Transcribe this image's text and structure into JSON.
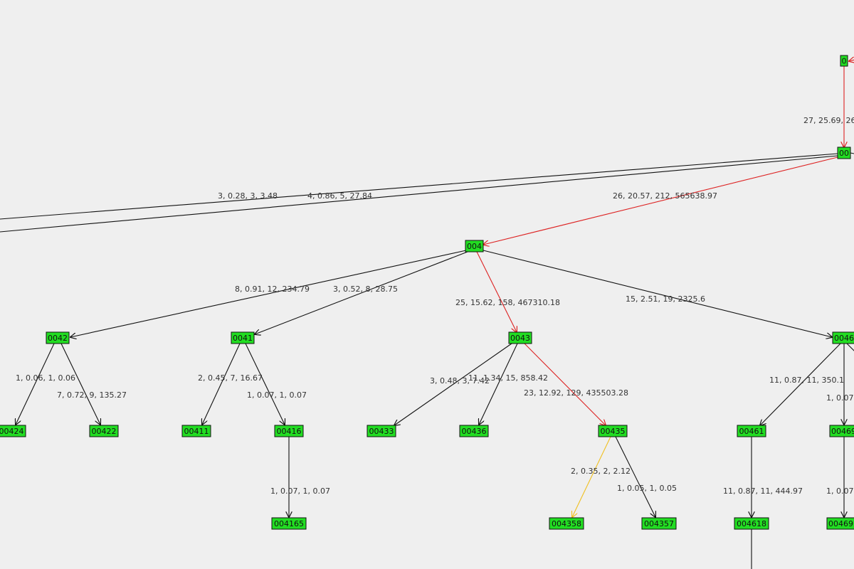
{
  "colors": {
    "background": "#efefef",
    "node_fill": "#22dd22",
    "edge_black": "#111111",
    "edge_red": "#dd2222",
    "edge_yellow": "#f0c020"
  },
  "nodes": [
    {
      "id": "n0",
      "label": "0"
    },
    {
      "id": "n00",
      "label": "00"
    },
    {
      "id": "n004",
      "label": "004"
    },
    {
      "id": "n0042",
      "label": "0042"
    },
    {
      "id": "n0041",
      "label": "0041"
    },
    {
      "id": "n0043",
      "label": "0043"
    },
    {
      "id": "n0046",
      "label": "0046"
    },
    {
      "id": "n00424",
      "label": "00424"
    },
    {
      "id": "n00422",
      "label": "00422"
    },
    {
      "id": "n00411",
      "label": "00411"
    },
    {
      "id": "n00416",
      "label": "00416"
    },
    {
      "id": "n00433",
      "label": "00433"
    },
    {
      "id": "n00436",
      "label": "00436"
    },
    {
      "id": "n00435",
      "label": "00435"
    },
    {
      "id": "n00461",
      "label": "00461"
    },
    {
      "id": "n00469",
      "label": "00469"
    },
    {
      "id": "n004165",
      "label": "004165"
    },
    {
      "id": "n004358",
      "label": "004358"
    },
    {
      "id": "n004357",
      "label": "004357"
    },
    {
      "id": "n004618",
      "label": "004618"
    },
    {
      "id": "n00469x",
      "label": "00469"
    }
  ],
  "edges": [
    {
      "id": "e1",
      "label": "27, 25.69, 26",
      "color": "red"
    },
    {
      "id": "e2",
      "label": "3, 0.28, 3, 3.48",
      "color": "black"
    },
    {
      "id": "e3",
      "label": "4, 0.86, 5, 27.84",
      "color": "black"
    },
    {
      "id": "e4",
      "label": "26, 20.57, 212, 565638.97",
      "color": "red"
    },
    {
      "id": "e5",
      "label": "8, 0.91, 12, 234.79",
      "color": "black"
    },
    {
      "id": "e6",
      "label": "3, 0.52, 8, 28.75",
      "color": "black"
    },
    {
      "id": "e7",
      "label": "25, 15.62, 158, 467310.18",
      "color": "red"
    },
    {
      "id": "e8",
      "label": "15, 2.51, 19, 2325.6",
      "color": "black"
    },
    {
      "id": "e9",
      "label": "1, 0.06, 1, 0.06",
      "color": "black"
    },
    {
      "id": "e10",
      "label": "7, 0.72, 9, 135.27",
      "color": "black"
    },
    {
      "id": "e11",
      "label": "2, 0.45, 7, 16.67",
      "color": "black"
    },
    {
      "id": "e12",
      "label": "1, 0.07, 1, 0.07",
      "color": "black"
    },
    {
      "id": "e13",
      "label": "3, 0.48, 3, 7.42",
      "color": "black"
    },
    {
      "id": "e14",
      "label": "11, 1.34, 15, 858.42",
      "color": "black"
    },
    {
      "id": "e15",
      "label": "23, 12.92, 129, 435503.28",
      "color": "red"
    },
    {
      "id": "e16",
      "label": "11, 0.87, 11, 350.1",
      "color": "black"
    },
    {
      "id": "e17",
      "label": "1, 0.07,",
      "color": "black"
    },
    {
      "id": "e18",
      "label": "1, 0.07, 1, 0.07",
      "color": "black"
    },
    {
      "id": "e19",
      "label": "2, 0.35, 2, 2.12",
      "color": "yellow"
    },
    {
      "id": "e20",
      "label": "1, 0.05, 1, 0.05",
      "color": "black"
    },
    {
      "id": "e21",
      "label": "11, 0.87, 11, 444.97",
      "color": "black"
    },
    {
      "id": "e22",
      "label": "1, 0.07,",
      "color": "black"
    },
    {
      "id": "e23",
      "label": "",
      "color": "red"
    },
    {
      "id": "e24",
      "label": "",
      "color": "black"
    }
  ]
}
